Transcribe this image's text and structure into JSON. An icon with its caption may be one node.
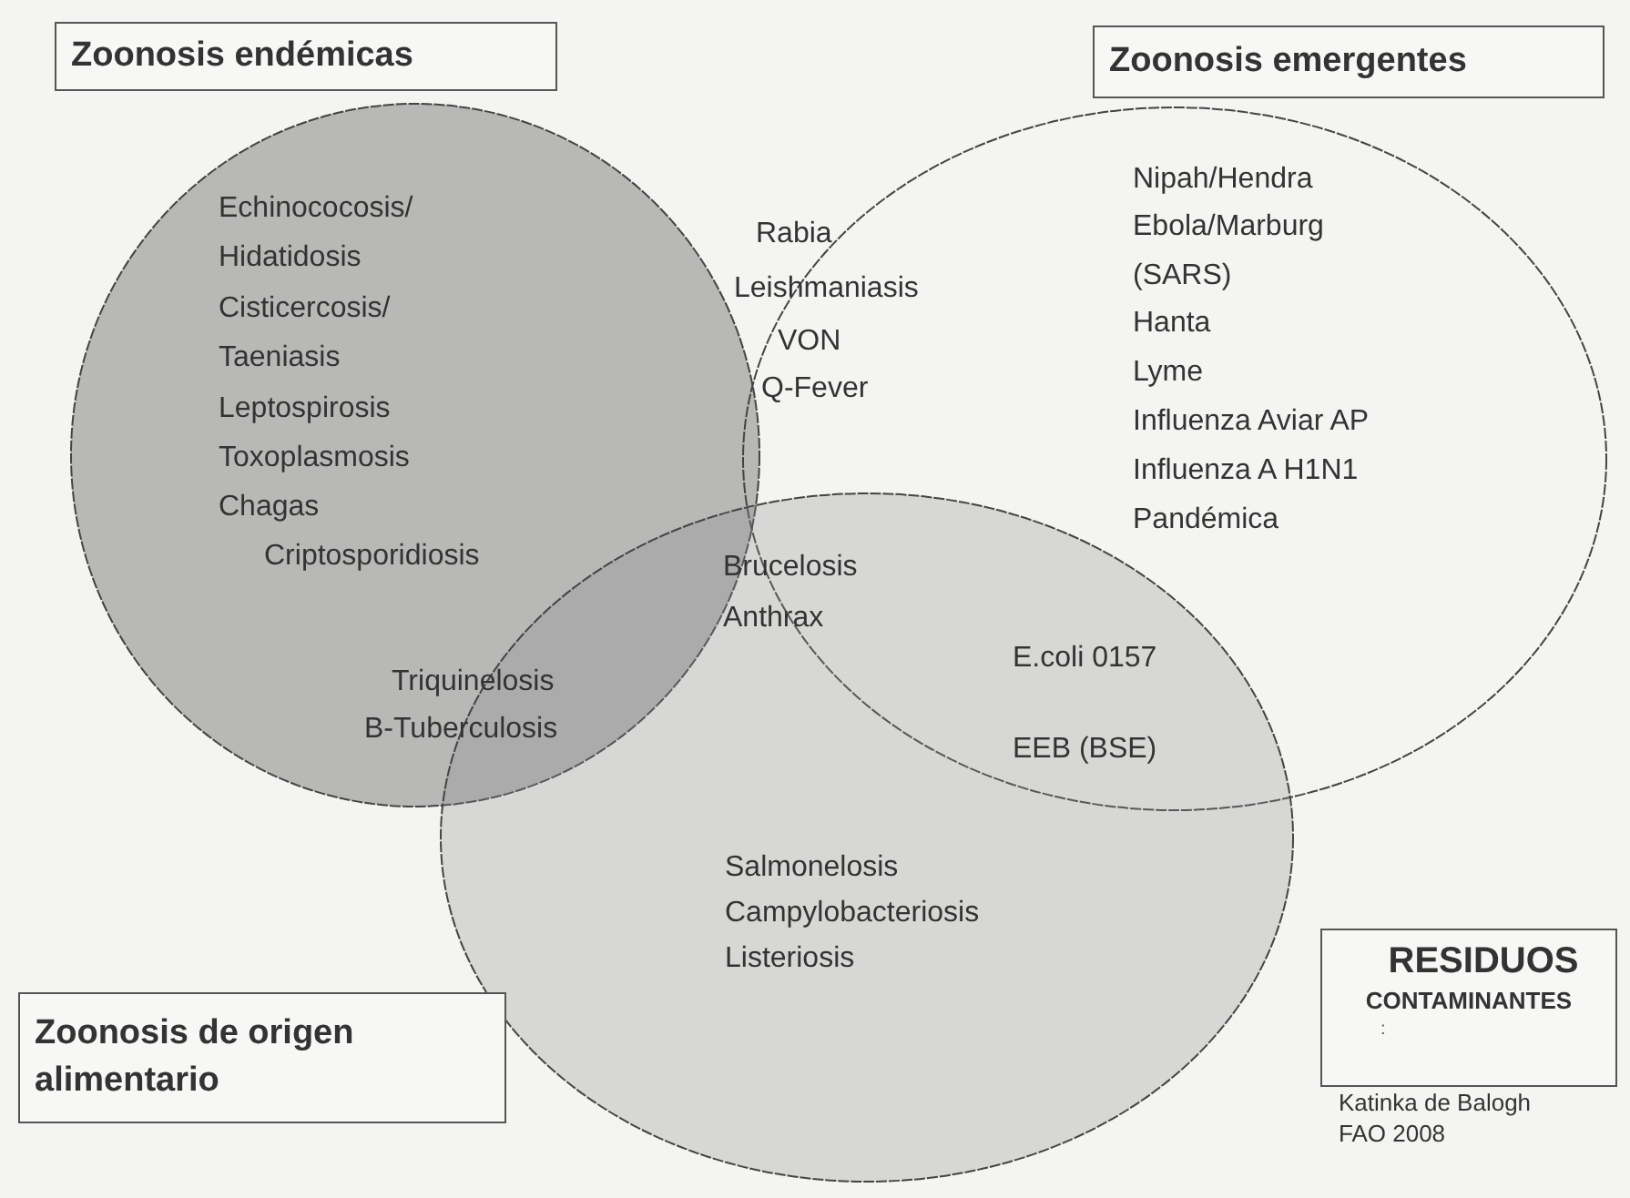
{
  "diagram": {
    "nodes": [
      {
        "text": [
          "Zoonosis endémicas"
        ]
      },
      {
        "text": [
          "Zoonosis emergentes"
        ]
      },
      {
        "text": [
          "Zoonosis de origen alimentario"
        ]
      },
      {
        "text": [
          "RESIDUOS",
          "CONTAMINANTES",
          ":"
        ]
      },
      {
        "text": [],
        "shape": "circle"
      },
      {
        "text": [],
        "shape": "circle"
      },
      {
        "text": [],
        "shape": "circle"
      }
    ],
    "edges": [],
    "labels": [
      "Echinococosis/ Hidatidosis",
      "Cisticercosis/ Taeniasis",
      "Leptospirosis",
      "Toxoplasmosis",
      "Chagas",
      "Criptosporidiosis",
      "Rabia",
      "Leishmaniasis",
      "VON",
      "Q-Fever",
      "Nipah/Hendra",
      "Ebola/Marburg",
      "(SARS)",
      "Hanta",
      "Lyme",
      "Influenza Aviar AP",
      "Influenza A H1N1 Pandémica",
      "Brucelosis",
      "Anthrax",
      "Triquinelosis",
      "B-Tuberculosis",
      "E.coli 0157",
      "EEB (BSE)",
      "Salmonelosis",
      "Campylobacteriosis",
      "Listeriosis",
      "Katinka de Balogh",
      "FAO 2008"
    ]
  }
}
